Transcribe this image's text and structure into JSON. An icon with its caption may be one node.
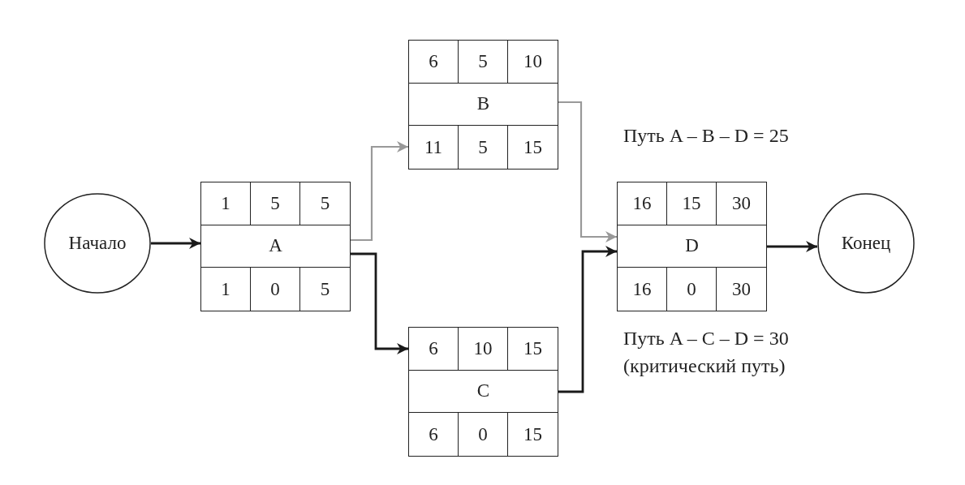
{
  "diagram": {
    "nodes": [
      {
        "text": [
          "Начало"
        ]
      },
      {
        "text": [
          "1",
          "5",
          "5",
          "A",
          "1",
          "0",
          "5"
        ]
      },
      {
        "text": [
          "6",
          "5",
          "10",
          "B",
          "11",
          "5",
          "15"
        ]
      },
      {
        "text": [
          "6",
          "10",
          "15",
          "C",
          "6",
          "0",
          "15"
        ]
      },
      {
        "text": [
          "16",
          "15",
          "30",
          "D",
          "16",
          "0",
          "30"
        ]
      },
      {
        "text": [
          "Конец"
        ]
      }
    ],
    "edges": [
      {
        "from": 0,
        "to": 1,
        "arrow": "to"
      },
      {
        "from": 1,
        "to": 2,
        "arrow": "to",
        "color": "#999999"
      },
      {
        "from": 1,
        "to": 3,
        "arrow": "to"
      },
      {
        "from": 2,
        "to": 4,
        "arrow": "to",
        "color": "#999999"
      },
      {
        "from": 3,
        "to": 4,
        "arrow": "to"
      },
      {
        "from": 4,
        "to": 5,
        "arrow": "to"
      }
    ],
    "labels": [
      "Путь A – B – D = 25",
      "Путь A – C – D = 30",
      "(критический путь)"
    ]
  }
}
